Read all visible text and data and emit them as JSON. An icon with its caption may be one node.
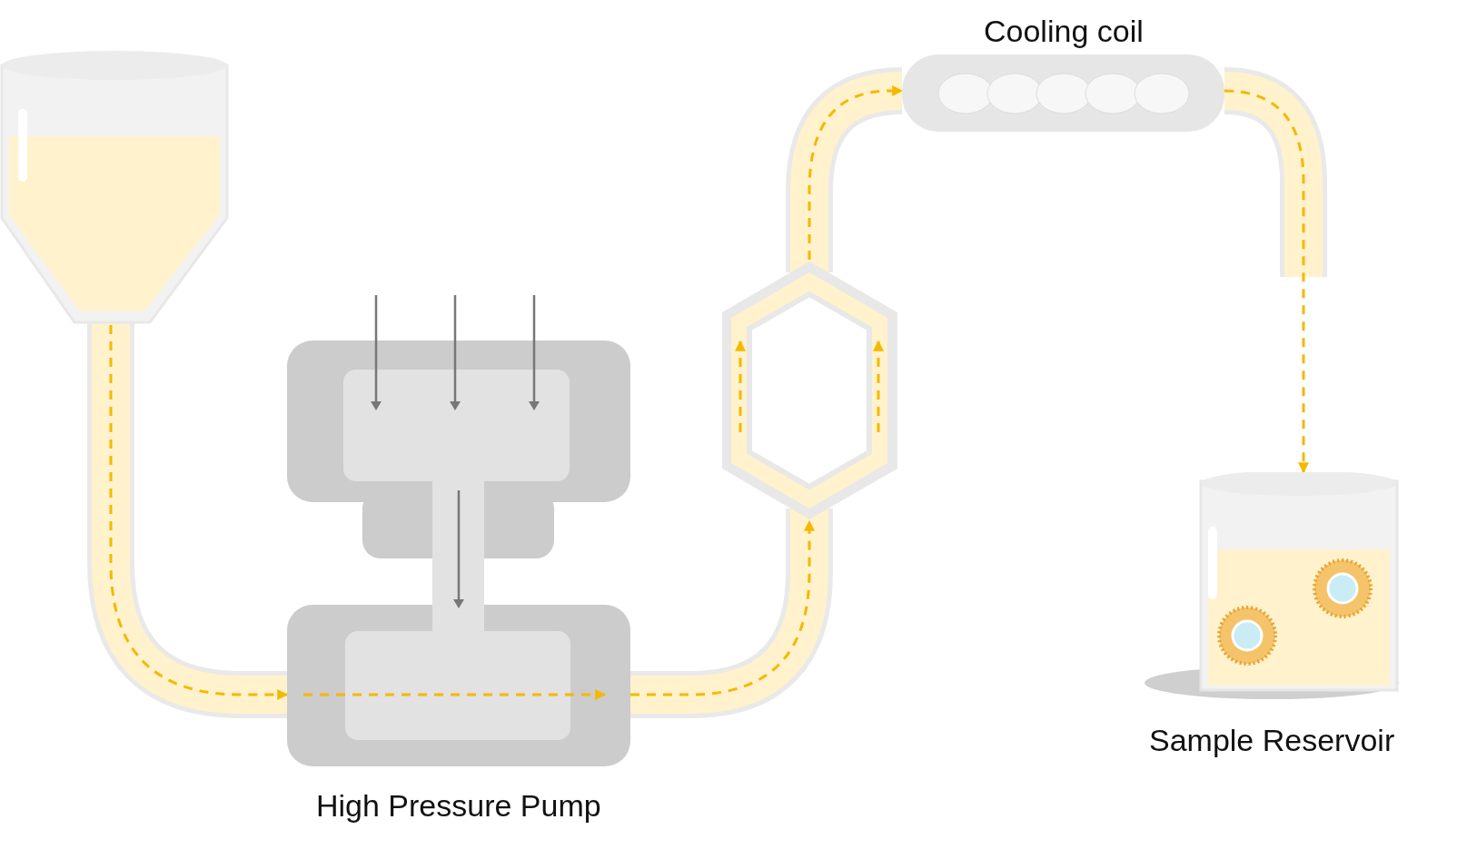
{
  "diagram": {
    "nodes": [
      {
        "text": [],
        "shape": "picture"
      },
      {
        "text": [
          "High Pressure Pump"
        ]
      },
      {
        "text": [],
        "shape": "hexagon"
      },
      {
        "text": [
          "Cooling coil"
        ]
      },
      {
        "text": [
          "Sample Reservoir"
        ]
      }
    ],
    "edges": [
      {
        "from": 0,
        "to": 1,
        "arrow": "to",
        "style": "dashed"
      },
      {
        "from": 1,
        "to": 2,
        "arrow": "to",
        "style": "dashed"
      },
      {
        "from": 2,
        "to": 3,
        "arrow": "to",
        "style": "dashed"
      },
      {
        "from": 3,
        "to": 4,
        "arrow": "to",
        "style": "dashed"
      }
    ]
  }
}
